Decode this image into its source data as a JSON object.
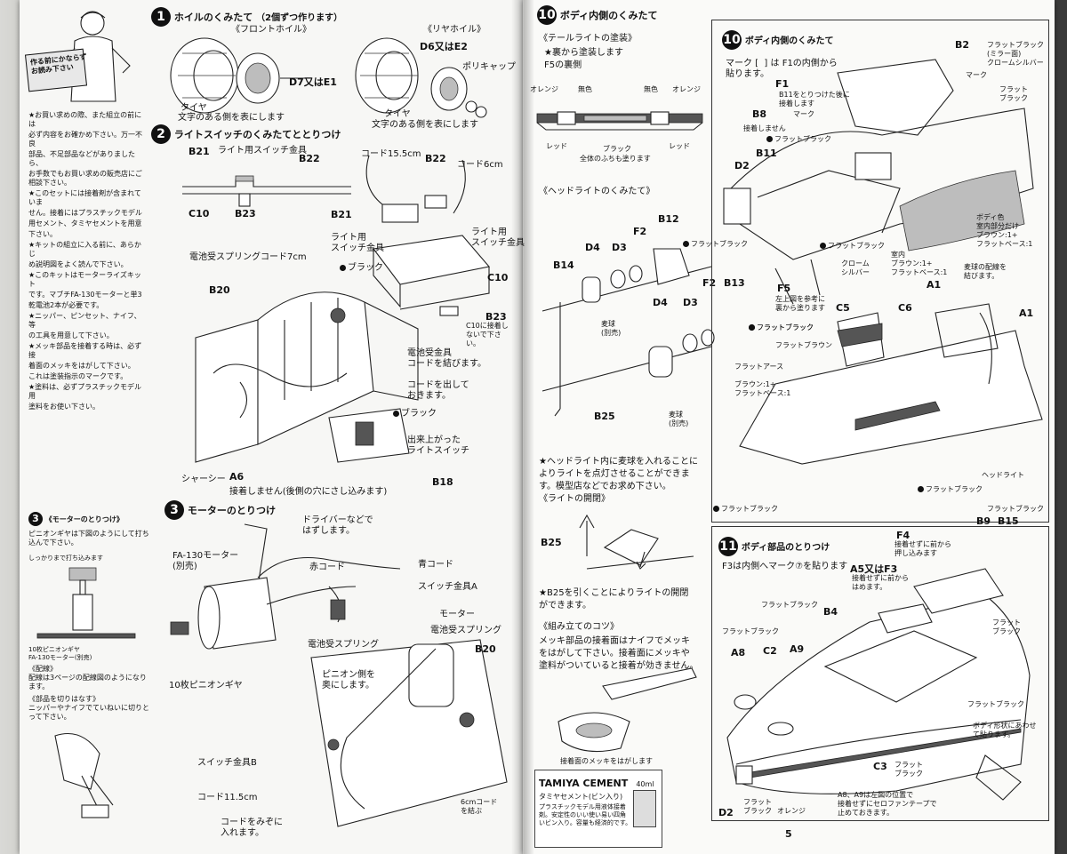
{
  "left_page": {
    "sidebar": {
      "bubble": "作る前にかならず\nお読み下さい",
      "notes": [
        "★お買い求めの際、また組立の前には",
        "必ず内容をお確かめ下さい。万一不良",
        "部品、不足部品などがありましたら、",
        "お手数でもお買い求めの販売店にご相談下さい。",
        "★このセットには接着剤が含まれていま",
        "せん。接着にはプラスチックモデル",
        "用セメント、タミヤセメントを用意",
        "下さい。",
        "★キットの組立に入る前に、あらかじ",
        "め説明図をよく読んで下さい。",
        "★このキットはモーターライズキット",
        "です。マブチFA-130モーターと単3",
        "乾電池2本が必要です。",
        "★ニッパー、ピンセット、ナイフ、等",
        "の工具を用意して下さい。",
        "★メッキ部品を接着する時は、必ず接",
        "着面のメッキをはがして下さい。",
        "これは塗装指示のマークです。",
        "★塗料は、必ずプラスチックモデル用",
        "塗料をお使い下さい。"
      ],
      "step3_title": "《モーターのとりつけ》",
      "step3_body": [
        "ピニオンギヤは下図のようにして打ち",
        "込んで下さい。",
        "しっかりまで打ち込みます",
        "10枚ピニオンギヤ",
        "FA-130モーター(別売)",
        "《配線》",
        "配線は3ページの配線図のようになり",
        "ます。",
        "《部品を切りはなす》",
        "ニッパーやナイフでていねいに切りと",
        "って下さい。"
      ]
    },
    "step1": {
      "number": "1",
      "title": "ホイルのくみたて",
      "subtitle": "（2個ずつ作ります）",
      "front_label": "《フロントホイル》",
      "rear_label": "《リヤホイル》",
      "d7e1": "D7又はE1",
      "d6e2": "D6又はE2",
      "poly_cap": "ポリキャップ",
      "tire": "タイヤ",
      "tire_note": "文字のある側を表にします"
    },
    "step2": {
      "number": "2",
      "title": "ライトスイッチのくみたてととりつけ",
      "labels": {
        "b21": "B21",
        "b22": "B22",
        "c10": "C10",
        "b23": "B23",
        "light_switch_metal": "ライト用スイッチ金具",
        "cord155": "コード15.5cm",
        "cord6": "コード6cm",
        "b21b": "B21",
        "b22b": "B22",
        "light_sw_metal2": "ライト用\nスイッチ金具",
        "light_sw_metal3": "ライト用\nスイッチ金具",
        "black": "ブラック",
        "c10b": "C10",
        "b23b": "B23",
        "c10_note": "C10に接着しないで下さい。",
        "battery_spring": "電池受スプリング",
        "cord7": "コード7cm",
        "b20": "B20",
        "battery_metal": "電池受金具\nコードを結びます。",
        "cord_out": "コードを出して\nおきます。",
        "black2": "ブラック",
        "finished_switch": "出来上がった\nライトスイッチ",
        "chassis": "シャーシー",
        "a6": "A6",
        "a6_note": "接着しません(後側の穴にさし込みます)",
        "b18": "B18"
      }
    },
    "step3": {
      "number": "3",
      "title": "モーターのとりつけ",
      "labels": {
        "driver": "ドライバーなどで\nはずします。",
        "fa130": "FA-130モーター\n(別売)",
        "red_cord": "赤コード",
        "blue_cord": "青コード",
        "switch_a": "スイッチ金具A",
        "battery_spring": "電池受スプリング",
        "pinion10": "10枚ピニオンギヤ",
        "motor": "モーター",
        "battery_spring2": "電池受スプリング",
        "b20": "B20",
        "pinion_side": "ピニオン側を\n奥にします。",
        "switch_b": "スイッチ金具B",
        "cord115": "コード11.5cm",
        "cord_groove": "コードをみぞに\n入れます。",
        "cord6b": "6cmコード\nを結ぶ"
      }
    }
  },
  "right_page": {
    "step10a": {
      "number": "10",
      "title": "ボディ内側のくみたて",
      "tail_title": "《テールライトの塗装》",
      "tail_body": [
        "★裏から塗装します",
        "F5の裏側"
      ],
      "orange1": "オレンジ",
      "clear1": "無色",
      "clear2": "無色",
      "orange2": "オレンジ",
      "red1": "レッド",
      "black": "ブラック",
      "red2": "レッド",
      "black_note": "全体のふちも塗ります",
      "headlight_title": "《ヘッドライトのくみたて》",
      "labels": {
        "b12": "B12",
        "f2a": "F2",
        "d4a": "D4",
        "d3a": "D3",
        "b14": "B14",
        "flat_black1": "フラットブラック",
        "f2b": "F2",
        "b13": "B13",
        "d4b": "D4",
        "d3b": "D3",
        "bulb1": "麦球\n(別売)",
        "bulb2": "麦球\n(別売)",
        "flat_black2": "フラットブラック",
        "b25": "B25"
      },
      "note": [
        "★ヘッドライト内に麦球を入れることに",
        "よりライトを点灯させることができま",
        "す。模型店などでお求め下さい。"
      ],
      "open_title": "《ライトの開閉》",
      "b25b": "B25",
      "open_note": [
        "★B25を引くことによりライトの開閉",
        "ができます。"
      ],
      "tips_title": "《組み立てのコツ》",
      "tips_body": [
        "メッキ部品の接着面はナイフでメッキ",
        "をはがして下さい。接着面にメッキや",
        "塗料がついていると接着が効きません。"
      ],
      "plating_note": "接着面のメッキをはがします"
    },
    "cement": {
      "brand": "TAMIYA CEMENT",
      "volume": "40ml",
      "name": "タミヤセメント(ビン入り)",
      "desc": [
        "プラスチックモデル用液体接着",
        "剤。安定性のいい使い易い四角",
        "いビン入り。容量も経済的です。"
      ]
    },
    "step10b": {
      "number": "10",
      "title": "ボディ内側のくみたて",
      "mark_note": "マーク [  ] は F1の内側から\n貼ります。",
      "labels": {
        "b2": "B2",
        "flat_black_mirror": "フラットブラック\n(ミラー面)\nクロームシルバー",
        "mark": "マーク",
        "flat_black1": "フラット\nブラック",
        "f1": "F1",
        "b11_note": "B11をとりつけた後に\n接着します",
        "mark2": "マーク",
        "b8": "B8",
        "no_glue": "接着しません",
        "flat_black2": "フラットブラック",
        "b11": "B11",
        "d2": "D2",
        "body_color": "ボディ色\n室内部分だけ\nブラウン:1+\nフラットベース:1",
        "flat_black3": "フラットブラック",
        "chrome_silver": "クローム\nシルバー",
        "brown_mix": "室内\nブラウン:1+\nフラットベース:1",
        "f5": "F5",
        "f5_note": "左上図を参考に\n裏から塗ります",
        "a1a": "A1",
        "a1b": "A1",
        "c5": "C5",
        "c6": "C6",
        "wire_note": "麦球の配線を\n結びます。",
        "flat_black4": "フラットブラック",
        "flat_brown": "フラットブラウン",
        "flat_earth": "フラットアース",
        "brown_mix2": "ブラウン:1+\nフラットベース:1",
        "headlight": "ヘッドライト",
        "flat_black5": "フラットブラック",
        "flat_black6": "フラットブラック"
      }
    },
    "step11": {
      "number": "11",
      "title": "ボディ部品のとりつけ",
      "subtitle": "F3は内側へマーク⑦を貼ります",
      "labels": {
        "f4": "F4",
        "f4_note": "接着せずに前から\n押し込みます",
        "b9": "B9",
        "b15": "B15",
        "flat_black1": "フラットブラック",
        "a5f3": "A5又はF3",
        "a5_note": "接着せずに前から\nはめます。",
        "flat_black2": "フラットブラック",
        "b4": "B4",
        "flat_black3": "フラットブラック",
        "flat_black4": "フラット\nブラック",
        "a8": "A8",
        "c2": "C2",
        "a9": "A9",
        "flat_black5": "フラットブラック",
        "body_shape": "ボディ形状にあわせ\nて貼ります。",
        "c3": "C3",
        "flat_black6": "フラット\nブラック",
        "d2": "D2",
        "flat_black7": "フラット\nブラック",
        "orange": "オレンジ",
        "a8a9_note": "A8、A9は左図の位置で\n接着せずにセロファンテープで\n止めておきます。"
      }
    },
    "page_number": "5"
  }
}
